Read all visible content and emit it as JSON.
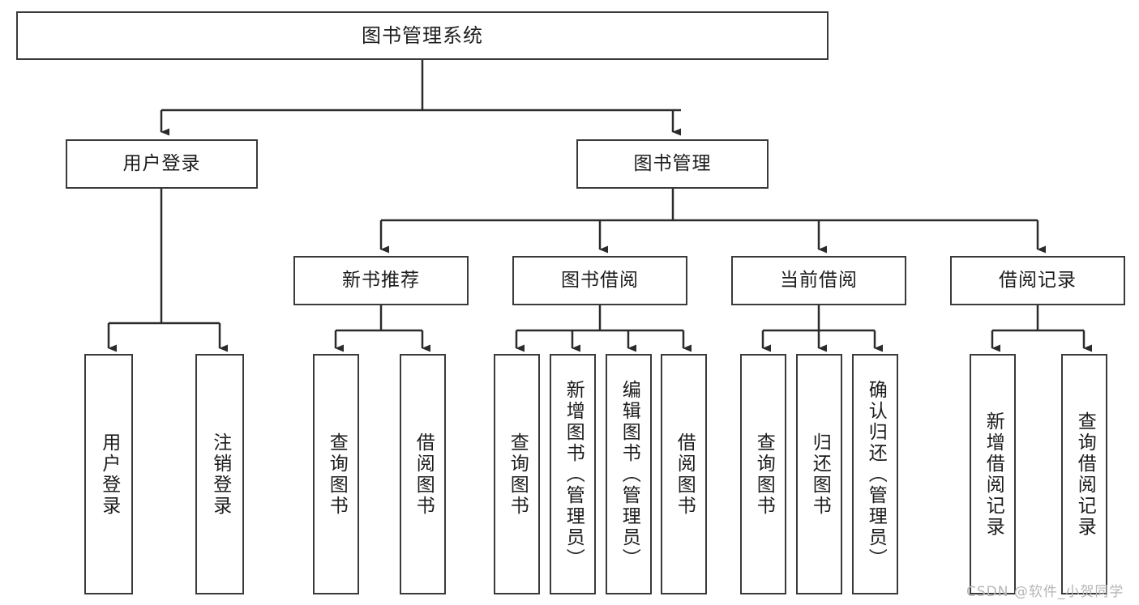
{
  "diagram": {
    "title": "图书管理系统",
    "type": "功能结构图",
    "colors": {
      "box_border": "#3a3a3a",
      "box_fill": "#ffffff",
      "connector": "#2b2b2b",
      "text": "#1c1c1c",
      "watermark": "#b6b6b6"
    },
    "root": {
      "label": "图书管理系统"
    },
    "level1": [
      {
        "label": "用户登录"
      },
      {
        "label": "图书管理"
      }
    ],
    "level2": [
      {
        "label": "新书推荐"
      },
      {
        "label": "图书借阅"
      },
      {
        "label": "当前借阅"
      },
      {
        "label": "借阅记录"
      }
    ],
    "leaves": {
      "user_login": [
        {
          "label": "用户登录"
        },
        {
          "label": "注销登录"
        }
      ],
      "new_book_recommend": [
        {
          "label": "查询图书"
        },
        {
          "label": "借阅图书"
        }
      ],
      "book_borrow": [
        {
          "label": "查询图书"
        },
        {
          "label": "新增图书（管理员）"
        },
        {
          "label": "编辑图书（管理员）"
        },
        {
          "label": "借阅图书"
        }
      ],
      "current_borrow": [
        {
          "label": "查询图书"
        },
        {
          "label": "归还图书"
        },
        {
          "label": "确认归还（管理员）"
        }
      ],
      "borrow_record": [
        {
          "label": "新增借阅记录"
        },
        {
          "label": "查询借阅记录"
        }
      ]
    },
    "watermark": "CSDN @软件_小贺同学"
  }
}
